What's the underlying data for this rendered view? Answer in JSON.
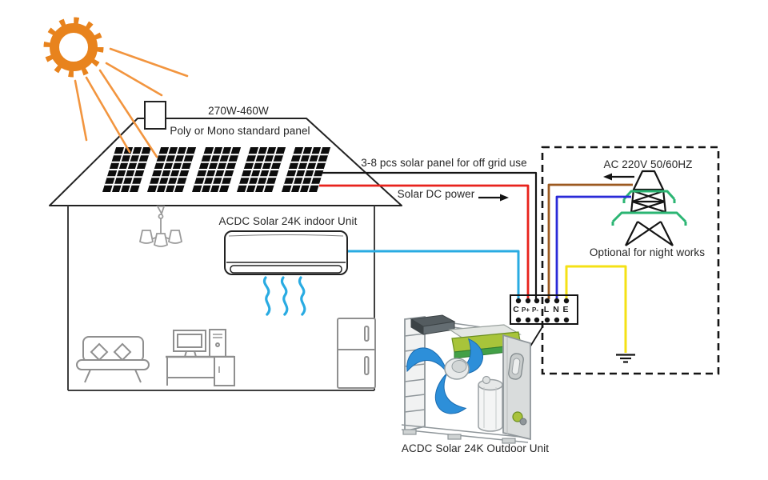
{
  "labels": {
    "panel_power": "270W-460W",
    "panel_type": "Poly or Mono standard panel",
    "panel_count": "3-8 pcs solar panel for off grid use",
    "dc_power": "Solar DC power",
    "ac_source": "AC 220V 50/60HZ",
    "night_works": "Optional for night works",
    "indoor_unit": "ACDC Solar 24K indoor Unit",
    "outdoor_unit": "ACDC Solar 24K Outdoor Unit"
  },
  "terminal_block": {
    "terminals": [
      "C",
      "P+",
      "P-",
      "L",
      "N",
      "E"
    ]
  },
  "colors": {
    "sun": "#e8831d",
    "ray": "#f2953f",
    "panel": "#0c0c0c",
    "outline": "#222222",
    "furniture": "#8f8f8f",
    "airflow": "#29abe2",
    "wire_c": "#29abe2",
    "wire_p_plus": "#e8221c",
    "wire_p_minus": "#141414",
    "wire_l": "#9c5a20",
    "wire_n": "#2a2ad8",
    "wire_e": "#f4e116",
    "tower_green": "#2bb573",
    "fan_blue": "#2d8fd9",
    "board_green": "#a8c43a"
  }
}
